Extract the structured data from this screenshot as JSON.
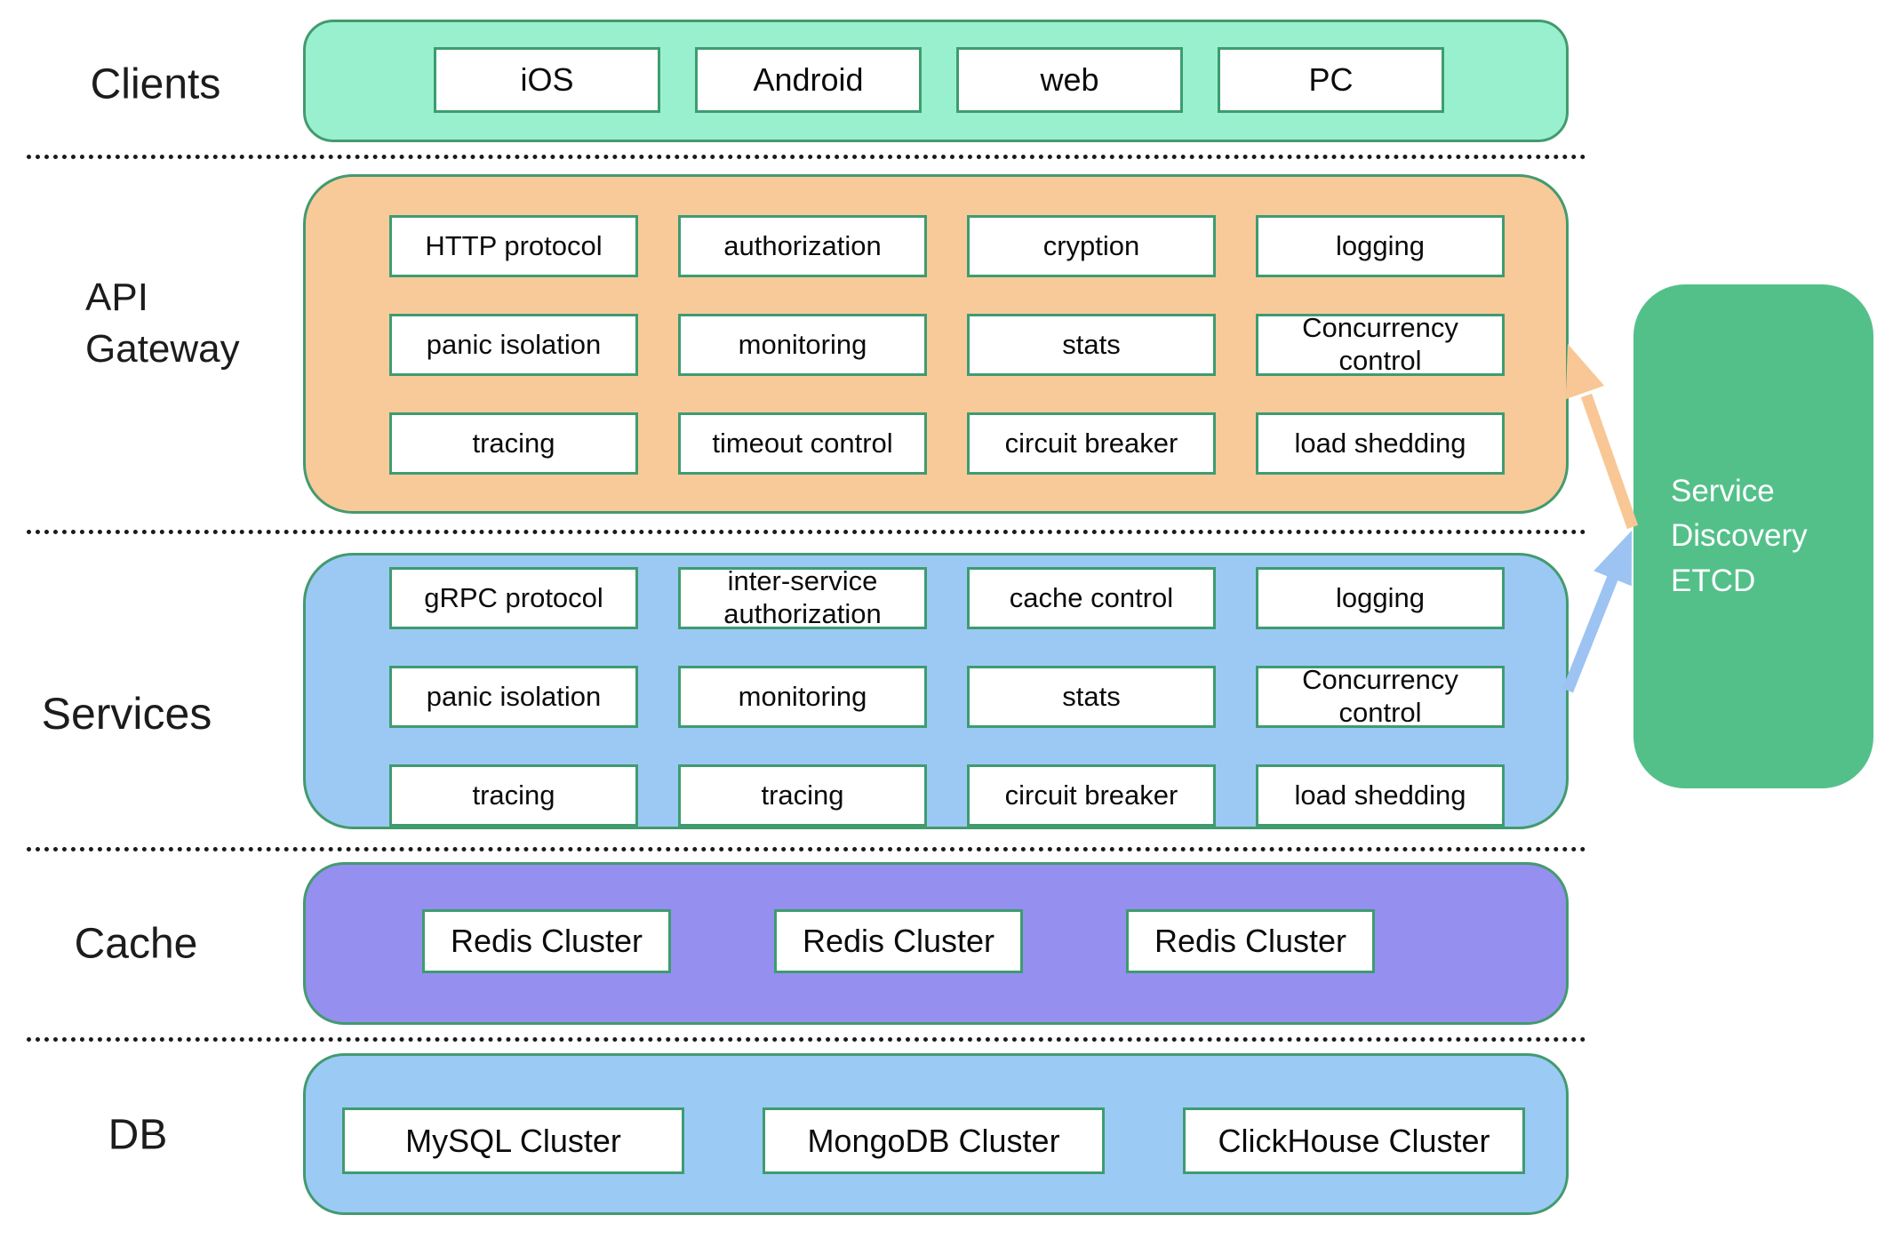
{
  "colors": {
    "clients_fill": "#99F0CE",
    "api_gateway_fill": "#F9CA99",
    "services_fill": "#9BC9F4",
    "cache_fill": "#958FF0",
    "db_fill": "#9BCAF5",
    "band_border": "#439A6E",
    "box_border": "#3E9C70",
    "etcd_fill": "#53C08A",
    "arrow_orange": "#F8C795",
    "arrow_blue": "#9CC3F2",
    "divider_dot": "#1b1b1b",
    "text_dark": "#111111",
    "etcd_text": "#ffffff"
  },
  "layers": [
    {
      "id": "clients",
      "label": "Clients",
      "items": [
        "iOS",
        "Android",
        "web",
        "PC"
      ]
    },
    {
      "id": "api_gateway",
      "label": "API\nGateway",
      "rows": [
        [
          "HTTP protocol",
          "authorization",
          "cryption",
          "logging"
        ],
        [
          "panic isolation",
          "monitoring",
          "stats",
          "Concurrency\ncontrol"
        ],
        [
          "tracing",
          "timeout control",
          "circuit breaker",
          "load shedding"
        ]
      ]
    },
    {
      "id": "services",
      "label": "Services",
      "rows": [
        [
          "gRPC protocol",
          "inter-service\nauthorization",
          "cache control",
          "logging"
        ],
        [
          "panic isolation",
          "monitoring",
          "stats",
          "Concurrency\ncontrol"
        ],
        [
          "tracing",
          "tracing",
          "circuit breaker",
          "load shedding"
        ]
      ]
    },
    {
      "id": "cache",
      "label": "Cache",
      "items": [
        "Redis Cluster",
        "Redis Cluster",
        "Redis Cluster"
      ]
    },
    {
      "id": "db",
      "label": "DB",
      "items": [
        "MySQL Cluster",
        "MongoDB Cluster",
        "ClickHouse Cluster"
      ]
    }
  ],
  "service_discovery": {
    "label": "Service\nDiscovery\nETCD"
  },
  "arrows": [
    {
      "id": "etcd_to_api_gateway",
      "from": "service-discovery-etcd",
      "to": "api-gateway",
      "color": "#F8C795"
    },
    {
      "id": "services_to_etcd",
      "from": "services",
      "to": "service-discovery-etcd",
      "color": "#9CC3F2"
    }
  ]
}
